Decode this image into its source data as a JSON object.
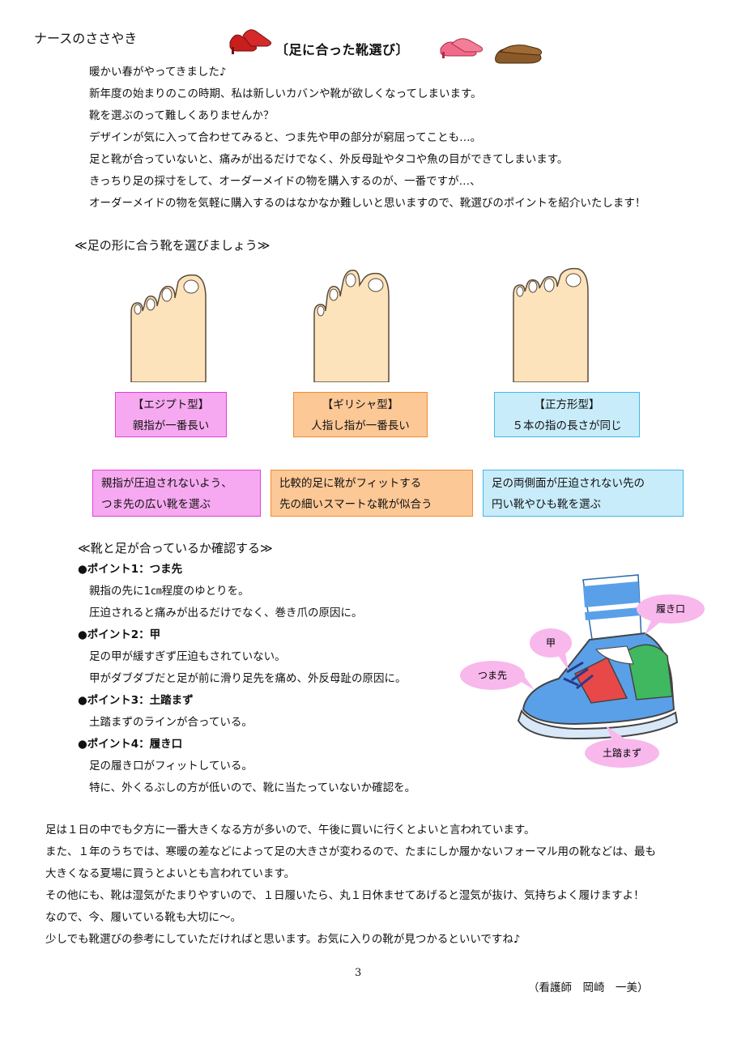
{
  "header": {
    "label": "ナースのささやき",
    "title": "〔足に合った靴選び〕"
  },
  "intro": [
    "暖かい春がやってきました♪",
    "新年度の始まりのこの時期、私は新しいカバンや靴が欲しくなってしまいます。",
    "靴を選ぶのって難しくありませんか？",
    "デザインが気に入って合わせてみると、つま先や甲の部分が窮屈ってことも…。",
    "足と靴が合っていないと、痛みが出るだけでなく、外反母趾やタコや魚の目ができてしまいます。",
    "きっちり足の採寸をして、オーダーメイドの物を購入するのが、一番ですが…、",
    "オーダーメイドの物を気軽に購入するのはなかなか難しいと思いますので、靴選びのポイントを紹介いたします！"
  ],
  "section1": {
    "heading": "≪足の形に合う靴を選びましょう≫"
  },
  "types": [
    {
      "name": "【エジプト型】",
      "desc": "親指が一番長い",
      "bg": "#f6a9f0",
      "border": "#e040d8"
    },
    {
      "name": "【ギリシャ型】",
      "desc": "人指し指が一番長い",
      "bg": "#fcc896",
      "border": "#f08c30"
    },
    {
      "name": "【正方形型】",
      "desc": "５本の指の長さが同じ",
      "bg": "#c8ecfa",
      "border": "#40b8e8"
    }
  ],
  "advice": [
    {
      "line1": "親指が圧迫されないよう、",
      "line2": "つま先の広い靴を選ぶ"
    },
    {
      "line1": "比較的足に靴がフィットする",
      "line2": "先の細いスマートな靴が似合う"
    },
    {
      "line1": "足の両側面が圧迫されない先の",
      "line2": "円い靴やひも靴を選ぶ"
    }
  ],
  "section2": {
    "heading": "≪靴と足が合っているか確認する≫"
  },
  "points": [
    {
      "title": "●ポイント1：つま先",
      "lines": [
        "親指の先に1㎝程度のゆとりを。",
        "圧迫されると痛みが出るだけでなく、巻き爪の原因に。"
      ]
    },
    {
      "title": "●ポイント2：甲",
      "lines": [
        "足の甲が緩すぎず圧迫もされていない。",
        "甲がダブダブだと足が前に滑り足先を痛め、外反母趾の原因に。"
      ]
    },
    {
      "title": "●ポイント3：土踏まず",
      "lines": [
        "土踏まずのラインが合っている。"
      ]
    },
    {
      "title": "●ポイント4：履き口",
      "lines": [
        "足の履き口がフィットしている。",
        "特に、外くるぶしの方が低いので、靴に当たっていないか確認を。"
      ]
    }
  ],
  "shoe_labels": {
    "kakiguchi": "履き口",
    "ko": "甲",
    "tsumasaki": "つま先",
    "tsuchifumazu": "土踏まず"
  },
  "closing": [
    "足は１日の中でも夕方に一番大きくなる方が多いので、午後に買いに行くとよいと言われています。",
    "また、１年のうちでは、寒暖の差などによって足の大きさが変わるので、たまにしか履かないフォーマル用の靴などは、最も",
    "大きくなる夏場に買うとよいとも言われています。",
    "その他にも、靴は湿気がたまりやすいので、１日履いたら、丸１日休ませてあげると湿気が抜け、気持ちよく履けますよ！",
    "なので、今、履いている靴も大切に～。",
    "少しでも靴選びの参考にしていただければと思います。お気に入りの靴が見つかるといいですね♪"
  ],
  "page_number": "3",
  "author": "（看護師　岡崎　一美）",
  "colors": {
    "skin": "#fce3bb",
    "pink_bubble": "#f8b8ec",
    "shoe_blue": "#5aa0e8",
    "shoe_red": "#e84848",
    "shoe_green": "#40b860"
  }
}
